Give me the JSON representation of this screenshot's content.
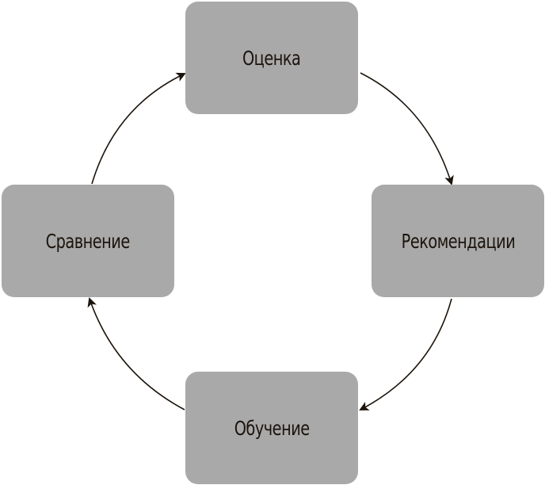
{
  "diagram": {
    "nodes": [
      {
        "id": "top",
        "label": "Оценка"
      },
      {
        "id": "right",
        "label": "Рекомендации"
      },
      {
        "id": "bottom",
        "label": "Обучение"
      },
      {
        "id": "left",
        "label": "Сравнение"
      }
    ],
    "edges": [
      {
        "from": "top",
        "to": "right"
      },
      {
        "from": "right",
        "to": "bottom"
      },
      {
        "from": "bottom",
        "to": "left"
      },
      {
        "from": "left",
        "to": "top"
      }
    ],
    "colors": {
      "node_fill": "#a9a9a9",
      "text": "#1c140c",
      "arrow": "#1c140c",
      "background": "#ffffff"
    }
  }
}
